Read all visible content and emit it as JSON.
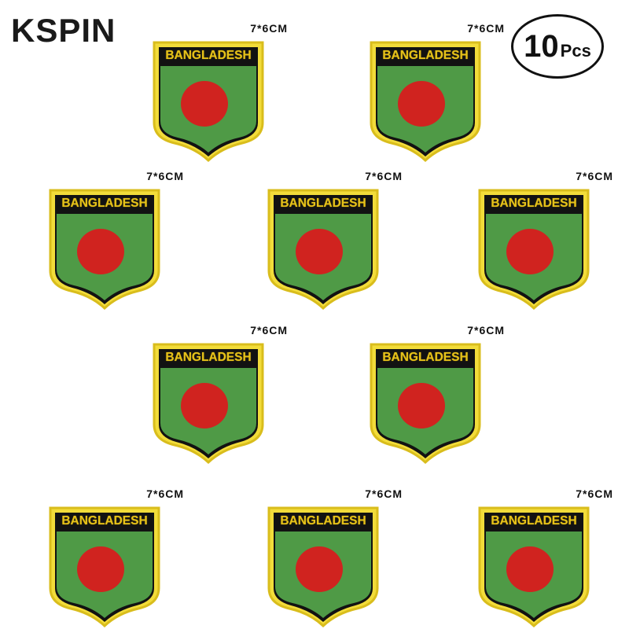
{
  "brand": "KSPIN",
  "quantity": {
    "number": "10",
    "unit": "Pcs"
  },
  "colors": {
    "border": "#f2dc3a",
    "border_dark": "#d9bd1c",
    "field": "#4f9a46",
    "disc": "#d0231f",
    "label_bg": "#121212",
    "label_text": "#e6c21a"
  },
  "patches": [
    {
      "size": "7*6CM",
      "country": "BANGLADESH"
    },
    {
      "size": "7*6CM",
      "country": "BANGLADESH"
    },
    {
      "size": "7*6CM",
      "country": "BANGLADESH"
    },
    {
      "size": "7*6CM",
      "country": "BANGLADESH"
    },
    {
      "size": "7*6CM",
      "country": "BANGLADESH"
    },
    {
      "size": "7*6CM",
      "country": "BANGLADESH"
    },
    {
      "size": "7*6CM",
      "country": "BANGLADESH"
    },
    {
      "size": "7*6CM",
      "country": "BANGLADESH"
    },
    {
      "size": "7*6CM",
      "country": "BANGLADESH"
    },
    {
      "size": "7*6CM",
      "country": "BANGLADESH"
    }
  ]
}
